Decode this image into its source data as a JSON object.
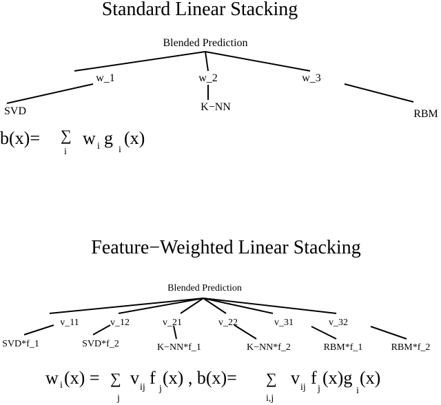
{
  "top": {
    "title": "Standard Linear Stacking",
    "root": "Blended Prediction",
    "weights": [
      "w_1",
      "w_2",
      "w_3"
    ],
    "models": [
      "SVD",
      "K−NN",
      "RBM"
    ],
    "formula": {
      "lhs": "b(x)=",
      "sum_symbol": "∑",
      "sum_index": "i",
      "w": "w",
      "w_sub": "i",
      "g": "g",
      "g_sub": "i",
      "arg": "(x)"
    }
  },
  "bottom": {
    "title": "Feature−Weighted Linear Stacking",
    "root": "Blended Prediction",
    "weights": [
      "v_11",
      "v_12",
      "v_21",
      "v_22",
      "v_31",
      "v_32"
    ],
    "leaves": [
      "SVD*f_1",
      "SVD*f_2",
      "K−NN*f_1",
      "K−NN*f_2",
      "RBM*f_1",
      "RBM*f_2"
    ],
    "formula": {
      "w": "w",
      "w_sub": "i",
      "w_arg": "(x) =",
      "sum_symbol": "∑",
      "sum1_index": "j",
      "v": "v",
      "v_sub": "ij",
      "f": "f",
      "f_sub": "j",
      "f_arg": "(x) , b(x)=",
      "sum2_index": "i,j",
      "v2": "v",
      "v2_sub": "ij",
      "f2": "f",
      "f2_sub": "j",
      "f2_arg": "(x)g",
      "g_sub": "i",
      "g_arg": "(x)"
    }
  }
}
